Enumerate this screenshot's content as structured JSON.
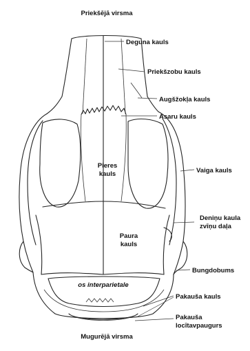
{
  "orientation": {
    "top": "Priekšējā virsma",
    "bottom": "Mugurējā virsma"
  },
  "labels": {
    "deguna": "Deguna kauls",
    "priekszobu": "Priekšzobu kauls",
    "augszokla": "Augšžokļa kauls",
    "asaru": "Asaru kauls",
    "vaiga": "Vaiga kauls",
    "deninu_1": "Deniņu kaula",
    "deninu_2": "zvīņu daļa",
    "bungdobums": "Bungdobums",
    "pakausa_kauls": "Pakauša kauls",
    "pakausa_loc_1": "Pakauša",
    "pakausa_loc_2": "locītavpaugurs"
  },
  "inner_labels": {
    "pieres_1": "Pieres",
    "pieres_2": "kauls",
    "paura_1": "Paura",
    "paura_2": "kauls",
    "interparietale": "os interparietale"
  }
}
